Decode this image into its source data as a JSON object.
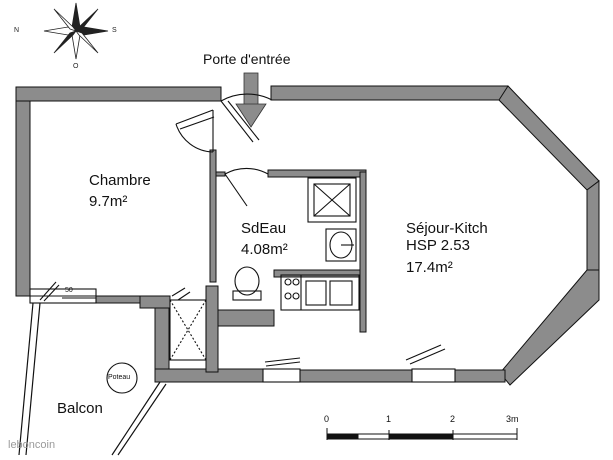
{
  "compass": {
    "north": "N",
    "south": "S",
    "west": "O"
  },
  "entrance": {
    "label": "Porte d'entrée"
  },
  "rooms": {
    "chambre": {
      "name": "Chambre",
      "area": "9.7m²"
    },
    "sdeau": {
      "name": "SdEau",
      "area": "4.08m²"
    },
    "sejour": {
      "name": "Séjour-Kitch",
      "height": "HSP 2.53",
      "area": "17.4m²"
    },
    "balcon": {
      "name": "Balcon"
    }
  },
  "labels": {
    "poteau": "Poteau",
    "window_small": "50"
  },
  "scale": {
    "ticks": [
      "0",
      "1",
      "2",
      "3m"
    ]
  },
  "watermark": "leboncoin",
  "colors": {
    "wall": "#8c8c8c",
    "line": "#111111"
  }
}
